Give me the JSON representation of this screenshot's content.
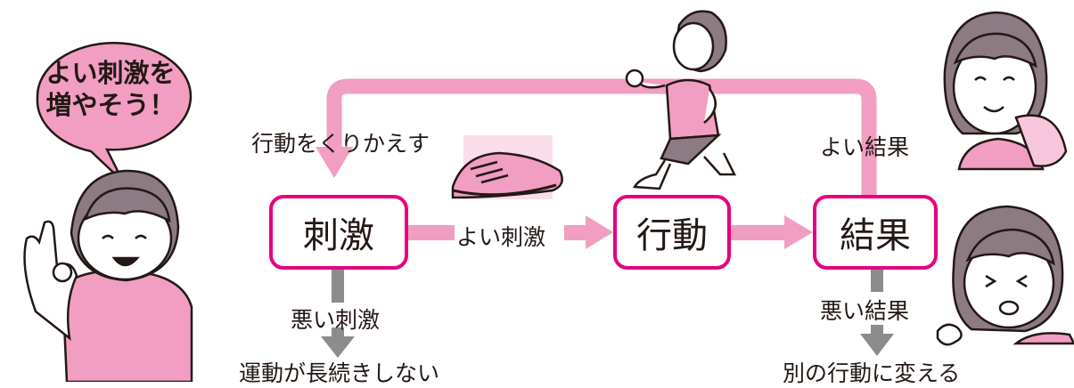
{
  "speech_bubble": {
    "line1": "よい刺激を",
    "line2": "増やそう！"
  },
  "boxes": {
    "stimulus": "刺激",
    "action": "行動",
    "result": "結果"
  },
  "labels": {
    "repeat": "行動をくりかえす",
    "good_stimulus": "よい刺激",
    "bad_stimulus": "悪い刺激",
    "no_continue": "運動が長続きしない",
    "good_result": "よい結果",
    "bad_result": "悪い結果",
    "change_action": "別の行動に変える"
  },
  "colors": {
    "pink_arrow": "#f19ec2",
    "magenta_border": "#e6007e",
    "gray_arrow": "#8c8c8c",
    "skin": "#ffffff",
    "shirt": "#f19ec2",
    "hair": "#8c7b82"
  },
  "illustrations": [
    "woman-ok-sign",
    "sneaker",
    "walking-woman",
    "smiling-woman-towel",
    "tired-woman"
  ]
}
